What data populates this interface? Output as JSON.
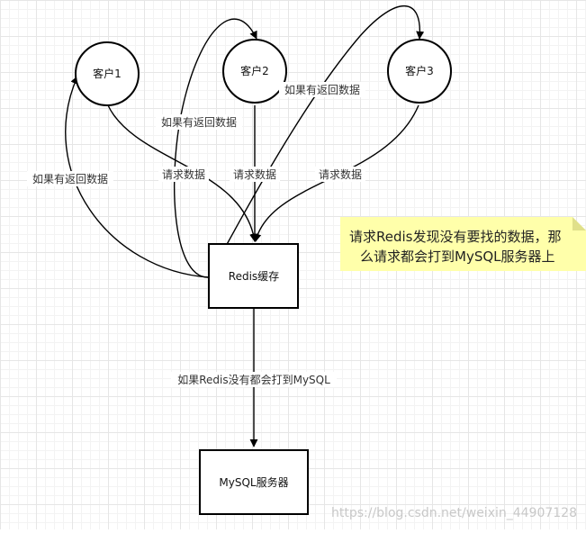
{
  "nodes": {
    "client1": "客户1",
    "client2": "客户2",
    "client3": "客户3",
    "redis": "Redis缓存",
    "mysql": "MySQL服务器"
  },
  "edges": {
    "request1": "请求数据",
    "request2": "请求数据",
    "request3": "请求数据",
    "return1": "如果有返回数据",
    "return2": "如果有返回数据",
    "return3": "如果有返回数据",
    "redis_to_mysql": "如果Redis没有都会打到MySQL"
  },
  "note": {
    "line1": "请求Redis发现没有要找的数据，那",
    "line2": "么请求都会打到MySQL服务器上"
  },
  "watermark": "https://blog.csdn.net/weixin_44907128",
  "colors": {
    "stroke": "#000000",
    "note_fill": "#ffffaa",
    "note_fold": "#e0e08a"
  }
}
